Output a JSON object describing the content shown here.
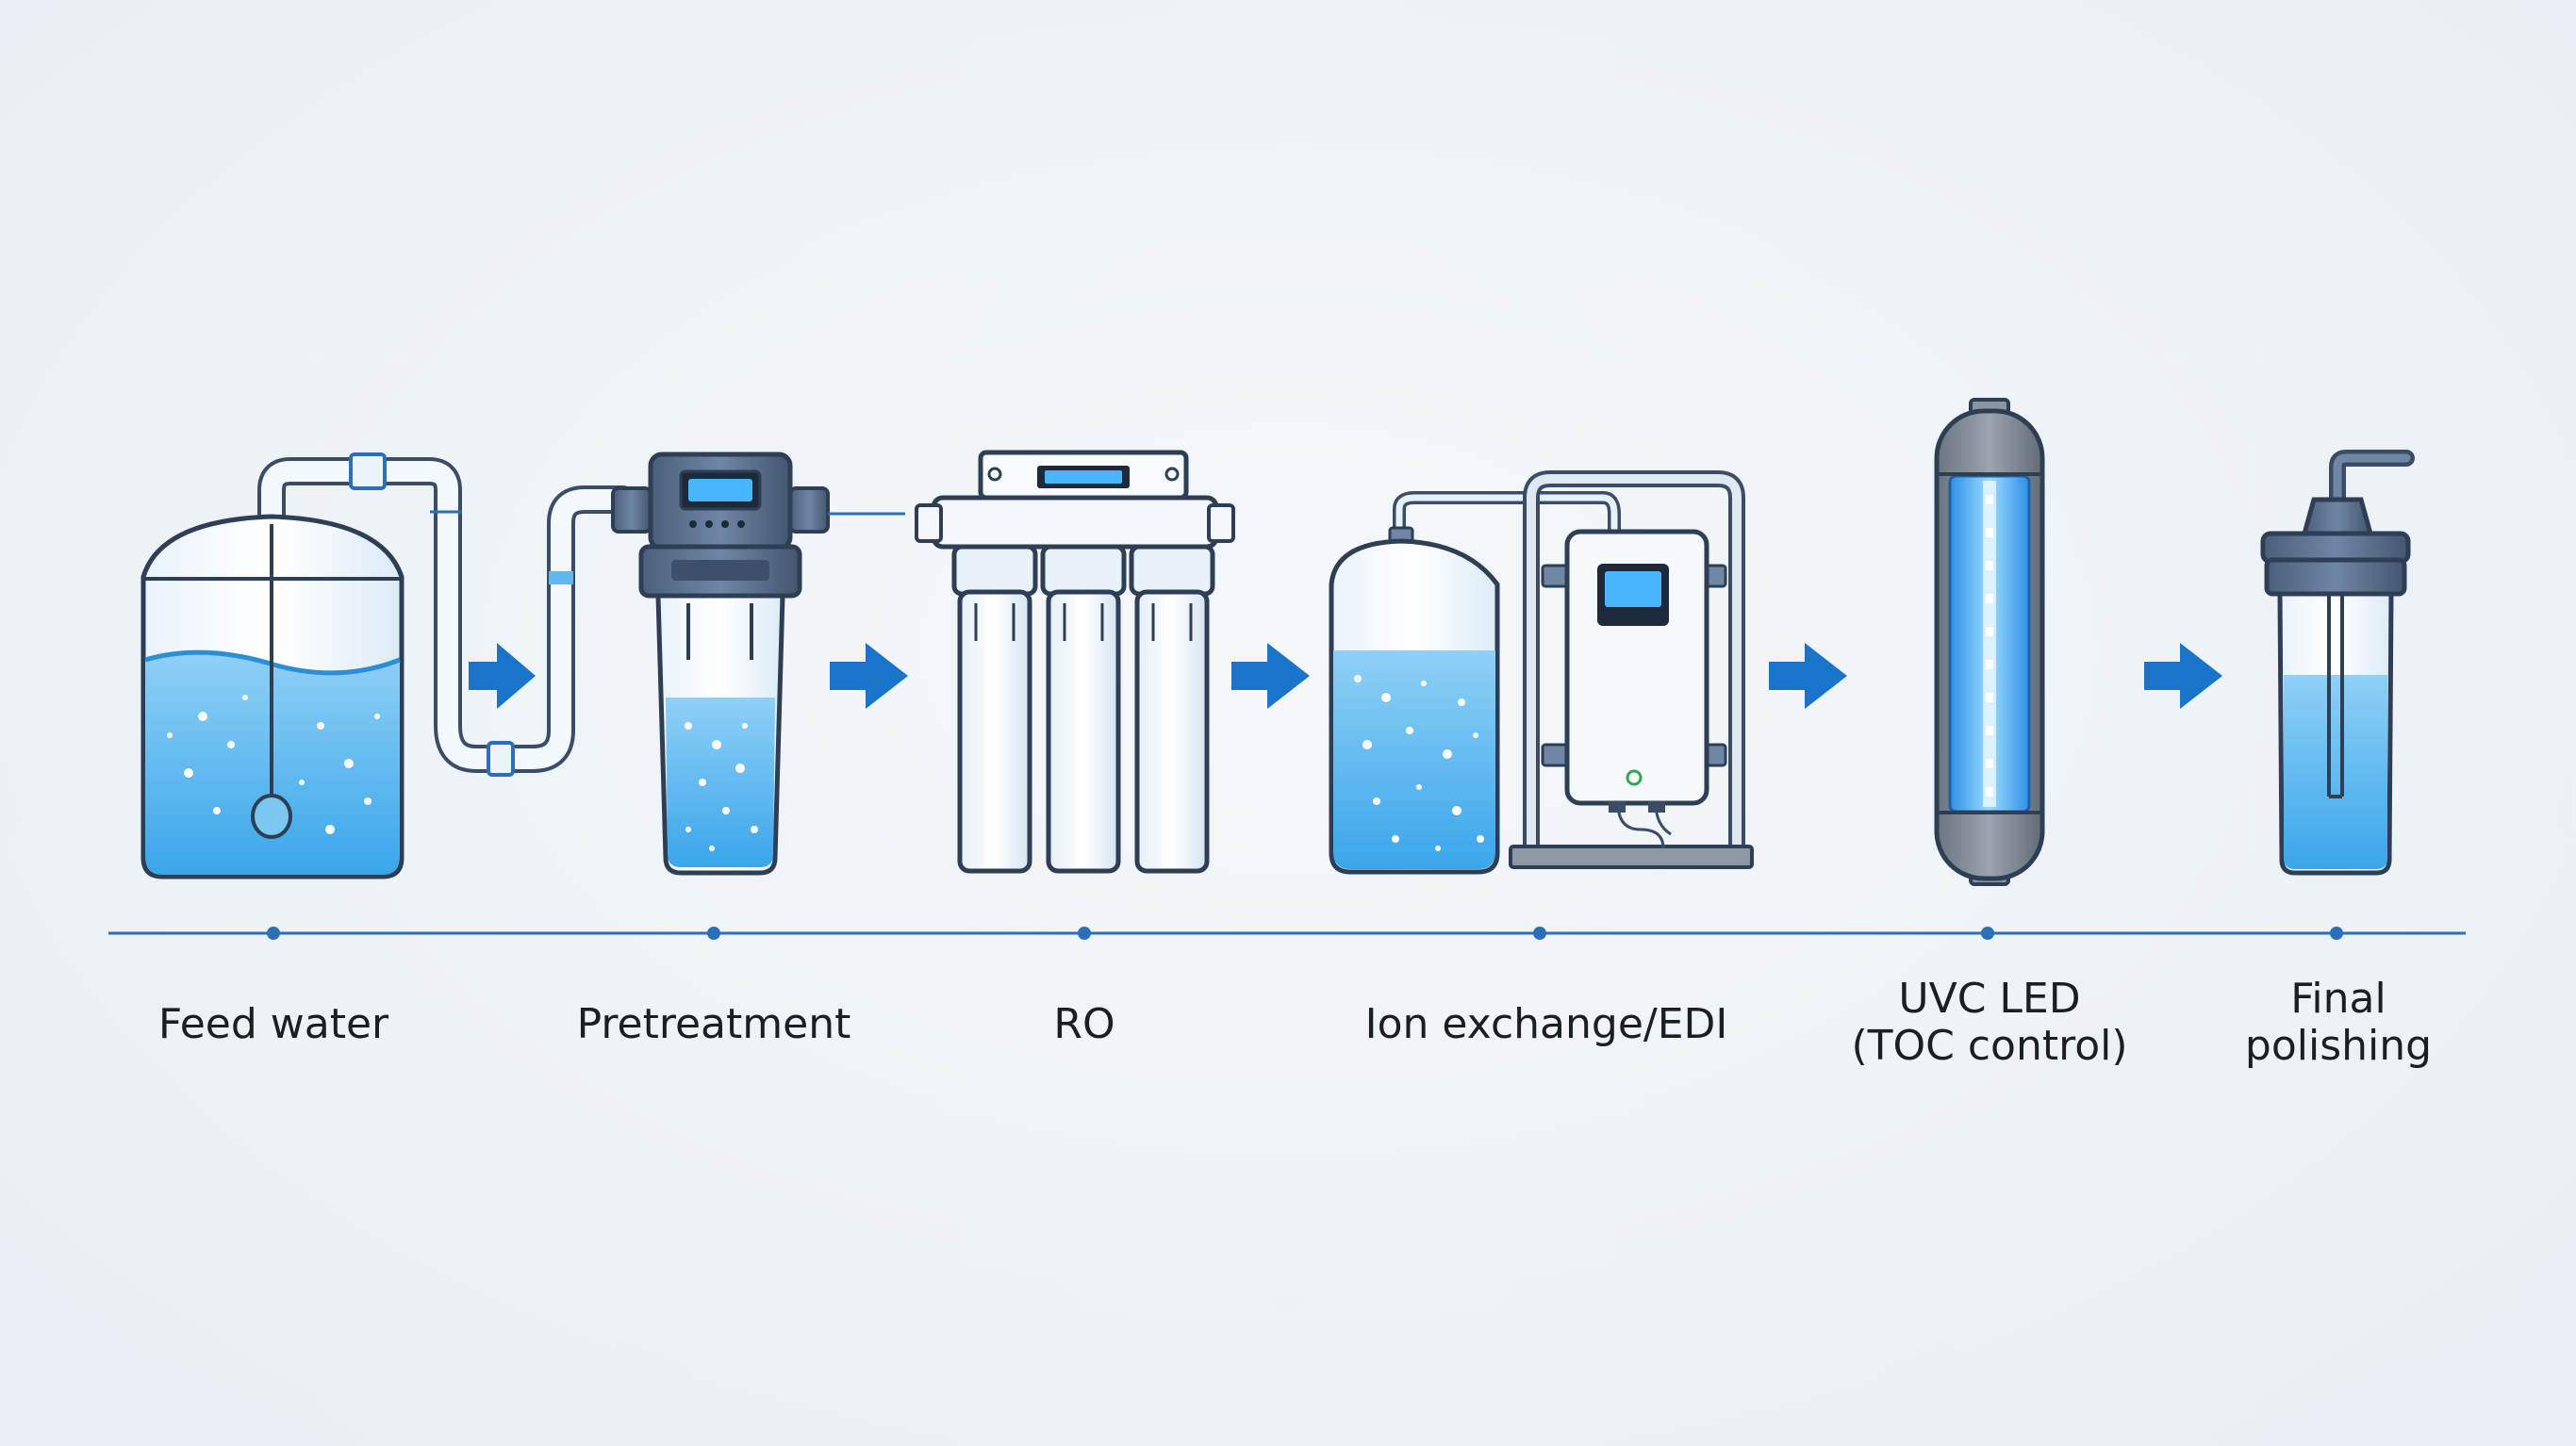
{
  "stages": [
    {
      "id": "feed-water",
      "label_lines": [
        "Feed water"
      ]
    },
    {
      "id": "pretreatment",
      "label_lines": [
        "Pretreatment"
      ]
    },
    {
      "id": "ro",
      "label_lines": [
        "RO"
      ]
    },
    {
      "id": "ion-exchange-edi",
      "label_lines": [
        "Ion exchange/EDI"
      ]
    },
    {
      "id": "uvc-led",
      "label_lines": [
        "UVC LED",
        "(TOC control)"
      ]
    },
    {
      "id": "final-polishing",
      "label_lines": [
        "Final",
        "polishing"
      ]
    }
  ],
  "colors": {
    "outline": "#2e3f55",
    "water": "#5cb8ef",
    "water_light": "#bfe3fa",
    "housing": "#5a6f8c",
    "housing_dark": "#3e5069",
    "arrow": "#1a74c9",
    "timeline": "#2a6fb8",
    "uv_glow": "#4fb4ff",
    "casing": "#7b8591"
  },
  "icons": [
    "feed-tank-icon",
    "pretreatment-filter-icon",
    "ro-unit-icon",
    "edi-unit-icon",
    "uvc-reactor-icon",
    "polishing-cartridge-icon"
  ]
}
